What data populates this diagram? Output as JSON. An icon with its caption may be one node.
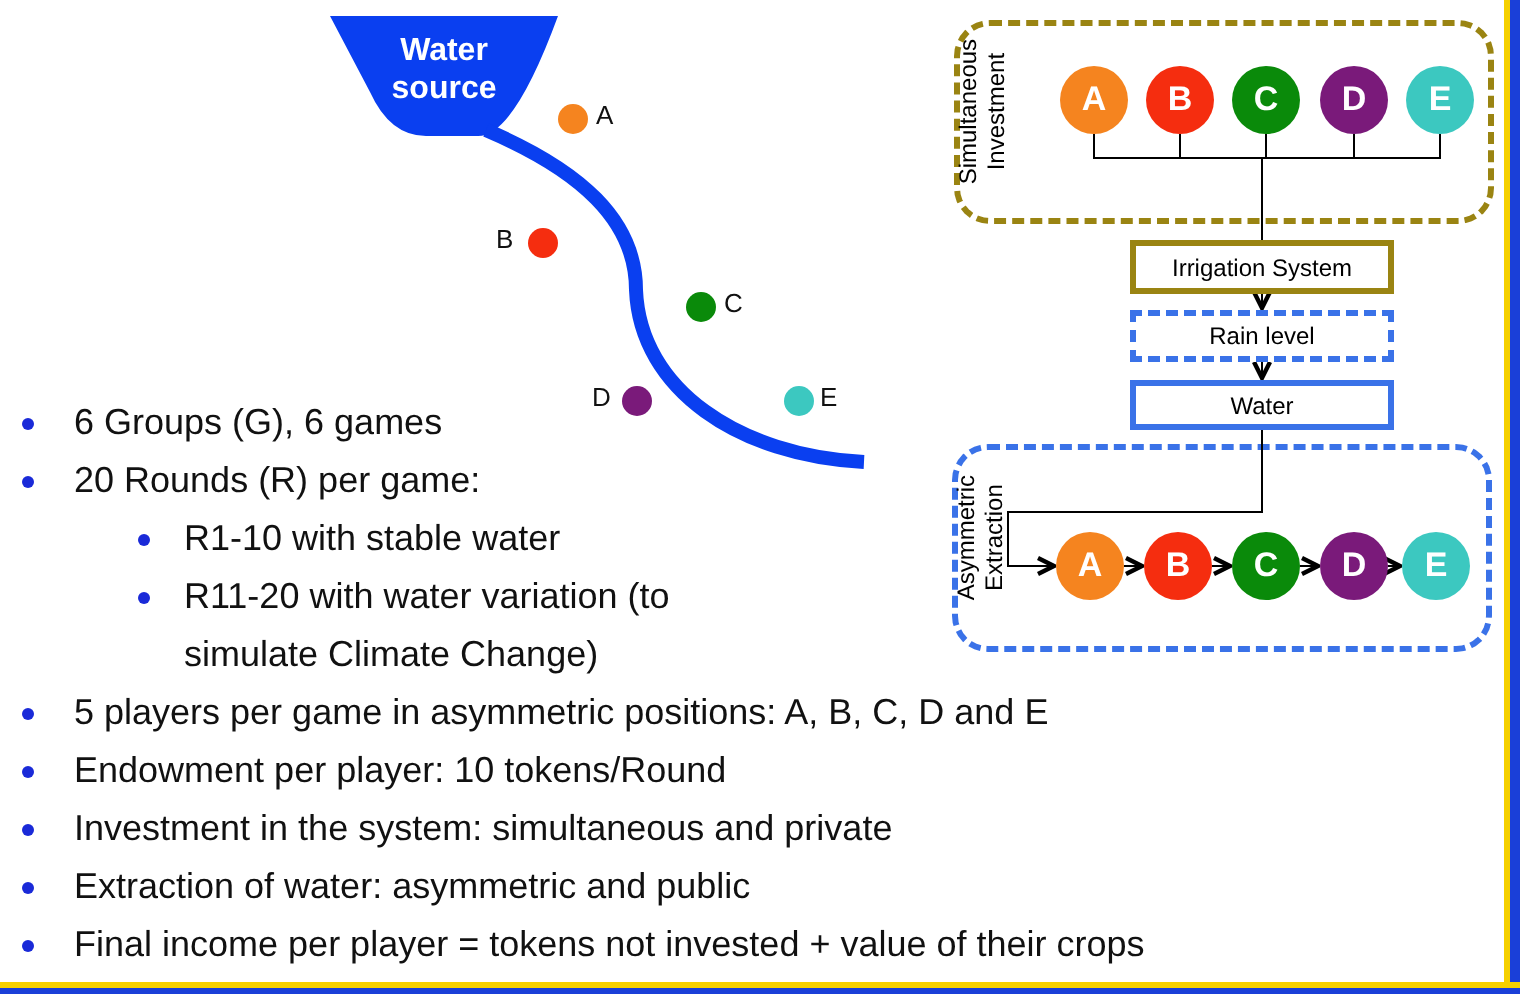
{
  "diagram": {
    "nodes": [
      {
        "text": [
          "Water source"
        ]
      },
      {
        "text": [
          "Simultaneous Investment"
        ]
      },
      {
        "text": [
          "A"
        ],
        "in": 1
      },
      {
        "text": [
          "B"
        ],
        "in": 1
      },
      {
        "text": [
          "C"
        ],
        "in": 1
      },
      {
        "text": [
          "D"
        ],
        "in": 1
      },
      {
        "text": [
          "E"
        ],
        "in": 1
      },
      {
        "text": [
          "Irrigation System"
        ]
      },
      {
        "text": [
          "Rain level"
        ]
      },
      {
        "text": [
          "Water"
        ]
      },
      {
        "text": [
          "Asymmetric Extraction"
        ]
      },
      {
        "text": [
          "A"
        ],
        "in": 10
      },
      {
        "text": [
          "B"
        ],
        "in": 10
      },
      {
        "text": [
          "C"
        ],
        "in": 10
      },
      {
        "text": [
          "D"
        ],
        "in": 10
      },
      {
        "text": [
          "E"
        ],
        "in": 10
      }
    ],
    "edges": [
      {
        "from": 2,
        "to": 7,
        "arrow": "none"
      },
      {
        "from": 3,
        "to": 7,
        "arrow": "none"
      },
      {
        "from": 4,
        "to": 7,
        "arrow": "none"
      },
      {
        "from": 5,
        "to": 7,
        "arrow": "none"
      },
      {
        "from": 6,
        "to": 7,
        "arrow": "none"
      },
      {
        "from": 7,
        "to": 8,
        "arrow": "to"
      },
      {
        "from": 8,
        "to": 9,
        "arrow": "to"
      },
      {
        "from": 9,
        "to": 11,
        "arrow": "to"
      },
      {
        "from": 11,
        "to": 12,
        "arrow": "to"
      },
      {
        "from": 12,
        "to": 13,
        "arrow": "to"
      },
      {
        "from": 13,
        "to": 14,
        "arrow": "to"
      },
      {
        "from": 14,
        "to": 15,
        "arrow": "to"
      }
    ],
    "labels": [
      "A",
      "B",
      "C",
      "D",
      "E",
      "6 Groups (G), 6 games",
      "20 Rounds (R) per game:",
      "R1-10 with stable water",
      "R11-20 with water variation (to simulate Climate Change)",
      "5 players per game in asymmetric positions: A, B, C, D and E",
      "Endowment per player: 10 tokens/Round",
      "Investment in the system: simultaneous and private",
      "Extraction of water: asymmetric and public",
      "Final income per player = tokens not invested + value of their crops"
    ]
  }
}
